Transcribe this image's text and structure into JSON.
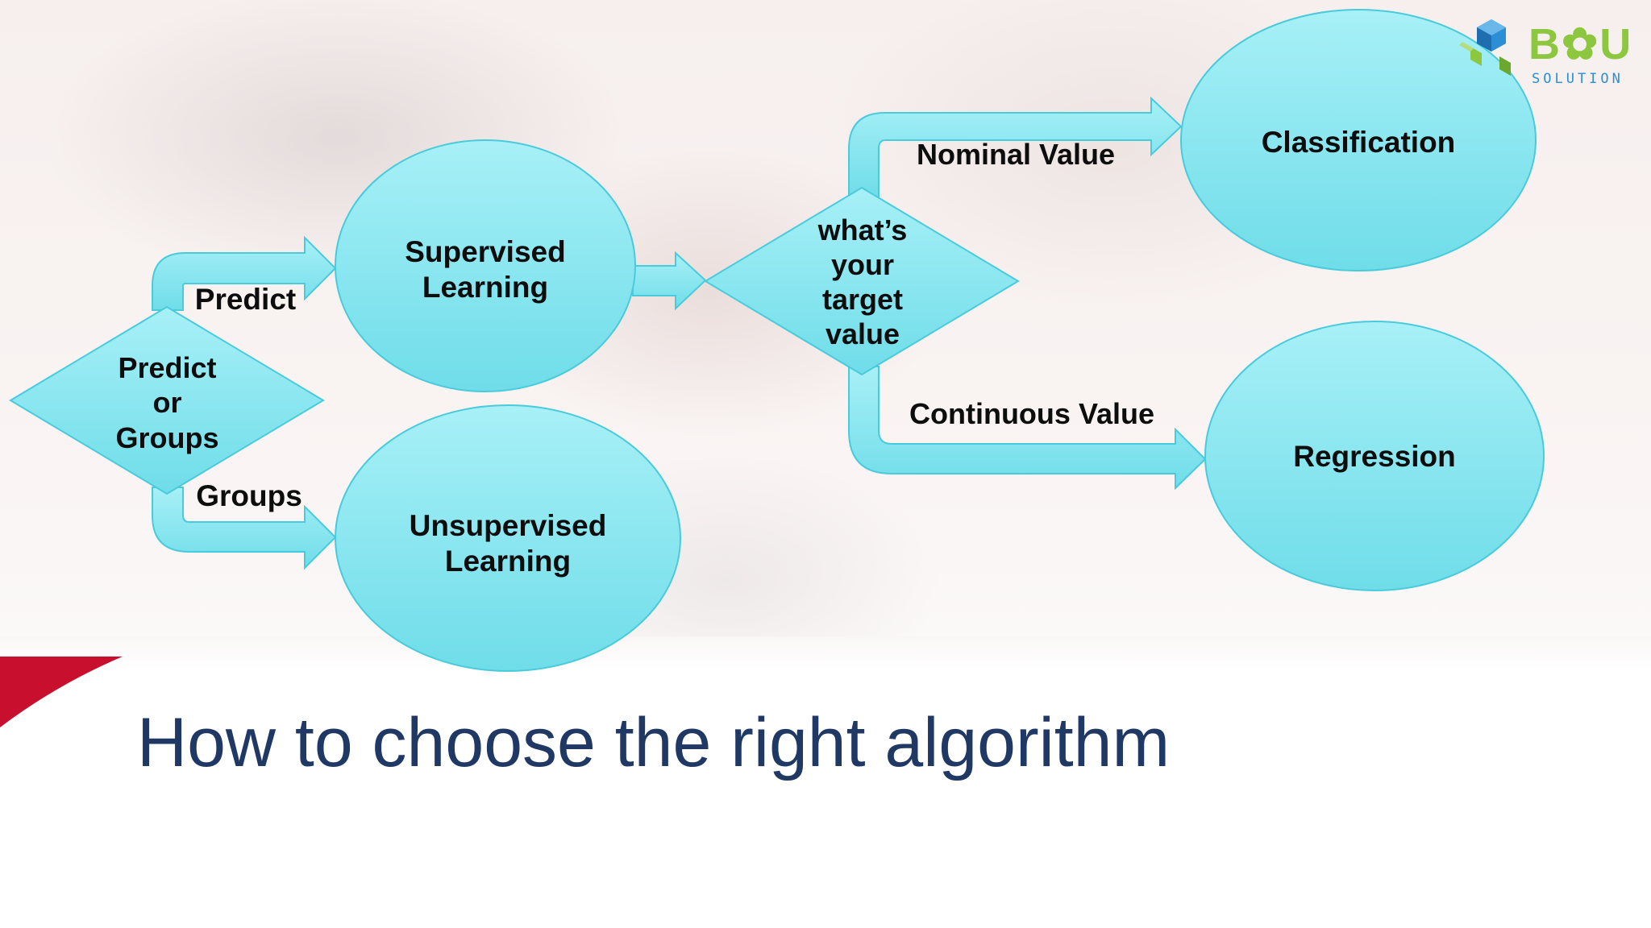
{
  "title": "How to choose the right algorithm",
  "logo": {
    "text": "B✿U",
    "subtext": "SOLUTION"
  },
  "colors": {
    "shape_fill": "#7ee3ee",
    "shape_stroke": "#3fc7d8",
    "title": "#1f3864",
    "accent_red": "#c8102e",
    "logo_green": "#8dc63f",
    "logo_blue": "#2c8fd6"
  },
  "diagram": {
    "decision_predict": "Predict or Groups",
    "edge_predict": "Predict",
    "edge_groups": "Groups",
    "supervised": "Supervised Learning",
    "unsupervised": "Unsupervised Learning",
    "decision_target": "what’s your target value",
    "edge_nominal": "Nominal Value",
    "edge_continuous": "Continuous Value",
    "classification": "Classification",
    "regression": "Regression"
  }
}
